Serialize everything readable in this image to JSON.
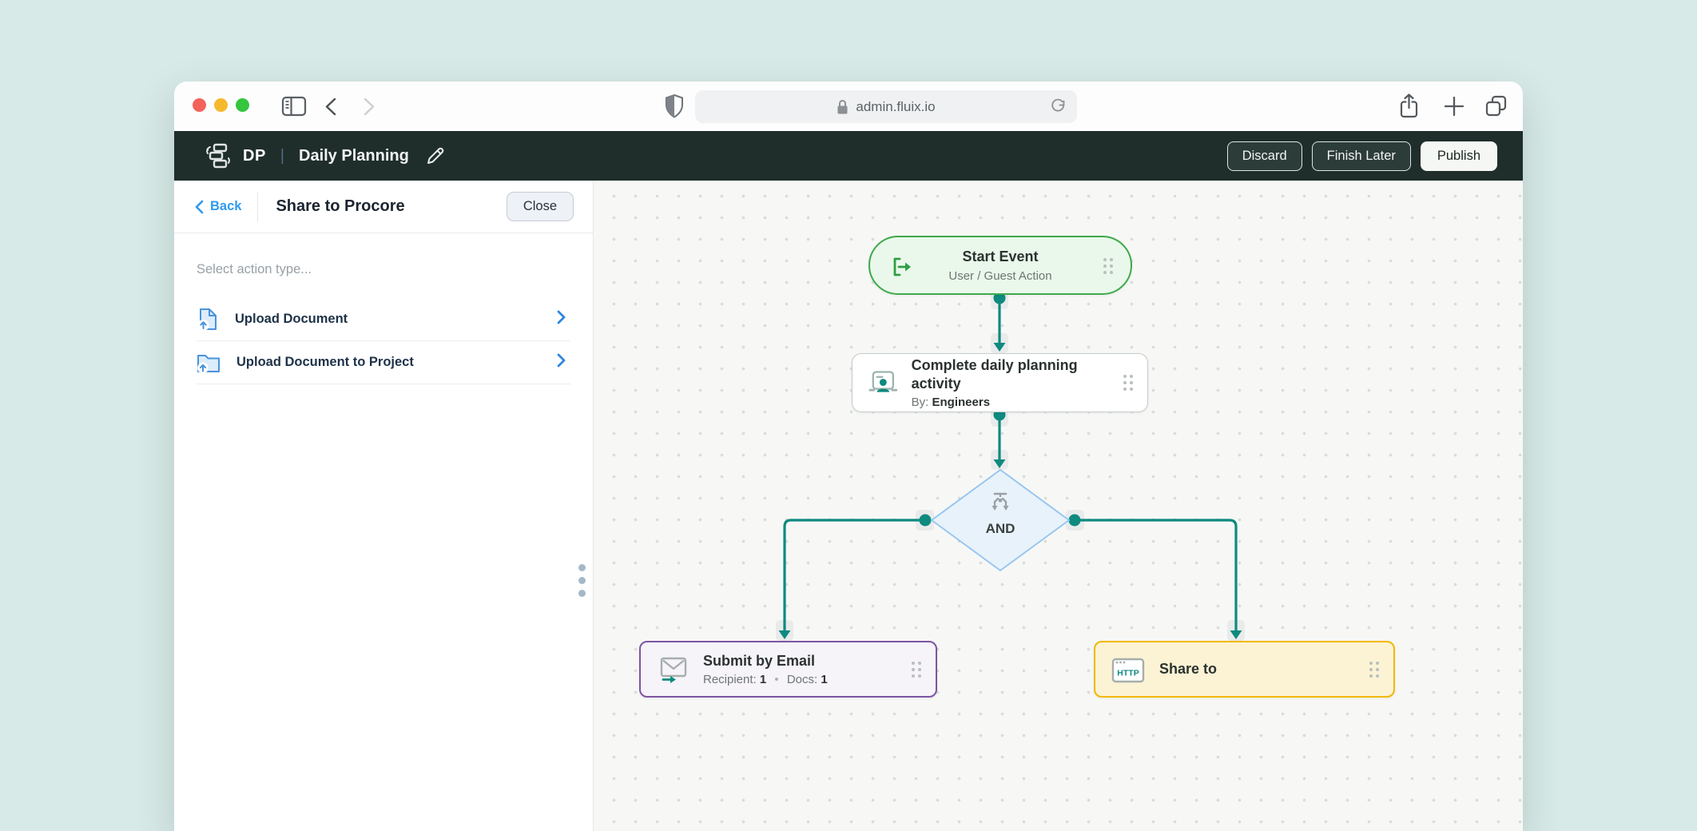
{
  "browser": {
    "address": "admin.fluix.io"
  },
  "header": {
    "app_initials": "DP",
    "separator": "|",
    "title": "Daily Planning",
    "discard_label": "Discard",
    "finish_later_label": "Finish Later",
    "publish_label": "Publish",
    "bar_color": "#1f2e2b"
  },
  "panel": {
    "back_label": "Back",
    "title": "Share to Procore",
    "close_label": "Close",
    "prompt": "Select action type...",
    "items": [
      {
        "label": "Upload Document",
        "icon": "document-upload-icon"
      },
      {
        "label": "Upload Document to Project",
        "icon": "folder-upload-icon"
      }
    ],
    "accent_blue": "#2f9af0"
  },
  "canvas": {
    "connector_color": "#0e8a7f",
    "nodes": {
      "start": {
        "title": "Start Event",
        "subtitle": "User / Guest Action",
        "border": "#3fa94c",
        "fill": "#e9f8ea"
      },
      "activity": {
        "title": "Complete daily planning activity",
        "by_label": "By:",
        "by_value": "Engineers"
      },
      "gateway": {
        "label": "AND",
        "border": "#97c6f0",
        "fill": "#e8f2fb"
      },
      "email": {
        "title": "Submit by Email",
        "recipient_label": "Recipient:",
        "recipient_value": "1",
        "separator": "•",
        "docs_label": "Docs:",
        "docs_value": "1",
        "border": "#7d55a3",
        "fill": "#f6f3f9"
      },
      "share": {
        "title": "Share to",
        "icon_label": "HTTP",
        "border": "#f3b800",
        "fill": "#fcf3d4"
      }
    }
  }
}
